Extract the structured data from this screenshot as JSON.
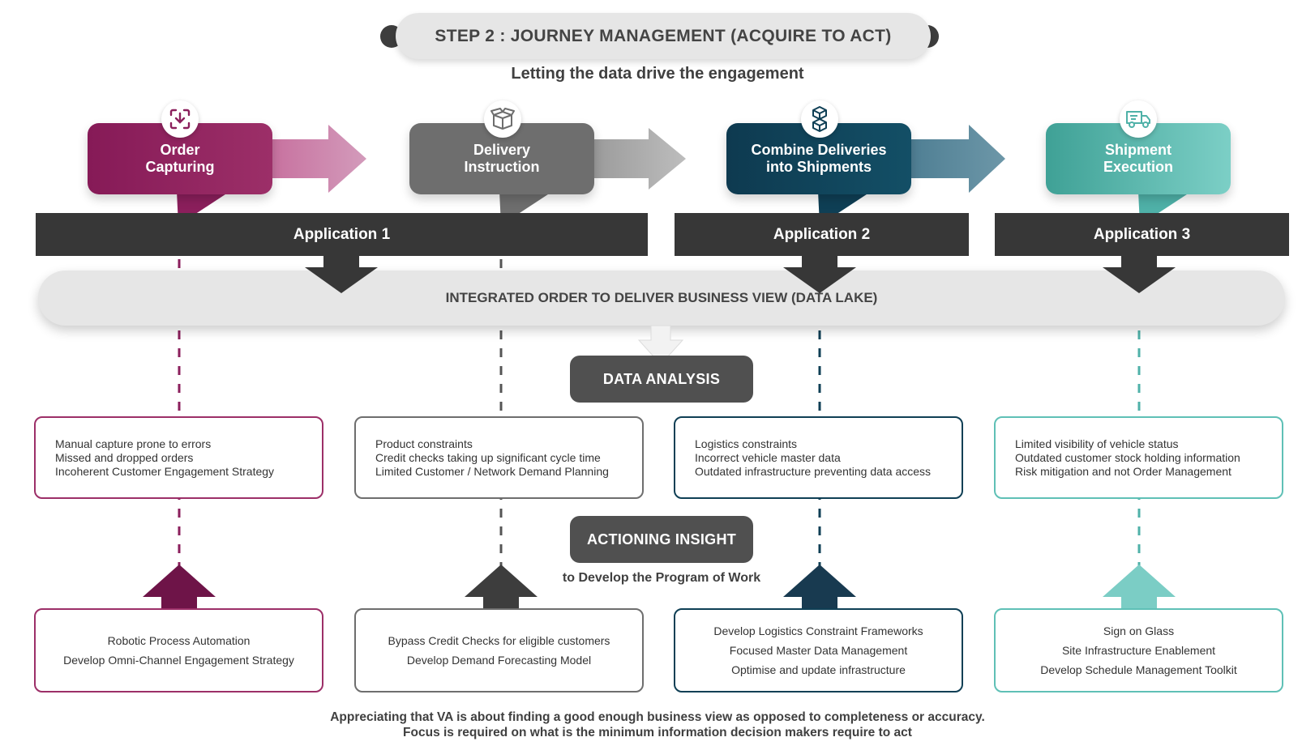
{
  "header": {
    "title": "STEP 2 : JOURNEY MANAGEMENT (ACQUIRE TO ACT)",
    "subtitle": "Letting the data drive the engagement"
  },
  "stages": [
    {
      "label": "Order\nCapturing",
      "icon": "download-scan-icon",
      "color": "#8b1f5c"
    },
    {
      "label": "Delivery\nInstruction",
      "icon": "box-icon",
      "color": "#6e6e6e"
    },
    {
      "label": "Combine Deliveries\ninto Shipments",
      "icon": "stacked-boxes-icon",
      "color": "#0f3f55"
    },
    {
      "label": "Shipment\nExecution",
      "icon": "delivery-truck-icon",
      "color": "#4fb1a8"
    }
  ],
  "applications": [
    "Application 1",
    "Application 2",
    "Application 3"
  ],
  "data_lake": "INTEGRATED ORDER TO DELIVER BUSINESS VIEW (DATA LAKE)",
  "data_analysis": "DATA ANALYSIS",
  "actioning_insight": "ACTIONING INSIGHT",
  "program_label": "to Develop the Program of Work",
  "problems": [
    [
      "Manual capture prone to errors",
      "Missed and dropped orders",
      "Incoherent  Customer Engagement Strategy"
    ],
    [
      "Product constraints",
      "Credit checks taking up significant cycle time",
      "Limited Customer / Network Demand Planning"
    ],
    [
      "Logistics constraints",
      "Incorrect vehicle master data",
      "Outdated infrastructure preventing data access"
    ],
    [
      "Limited visibility of vehicle status",
      "Outdated customer stock holding information",
      "Risk mitigation and not Order Management"
    ]
  ],
  "solutions": [
    [
      "Robotic Process Automation",
      "Develop Omni-Channel Engagement Strategy"
    ],
    [
      "Bypass Credit Checks for eligible customers",
      "Develop Demand Forecasting Model"
    ],
    [
      "Develop Logistics Constraint Frameworks",
      "Focused Master Data Management",
      "Optimise and update infrastructure"
    ],
    [
      "Sign on Glass",
      "Site Infrastructure Enablement",
      "Develop Schedule Management Toolkit"
    ]
  ],
  "footer": {
    "line1": "Appreciating that  VA  is about finding a good enough business view as opposed to completeness or accuracy.",
    "line2": "Focus is required on what is the minimum information decision makers require to act"
  },
  "colors": {
    "magenta": "#8b1f5c",
    "grey": "#6e6e6e",
    "navy": "#0f3f55",
    "teal": "#4fb1a8",
    "dark": "#373737"
  }
}
